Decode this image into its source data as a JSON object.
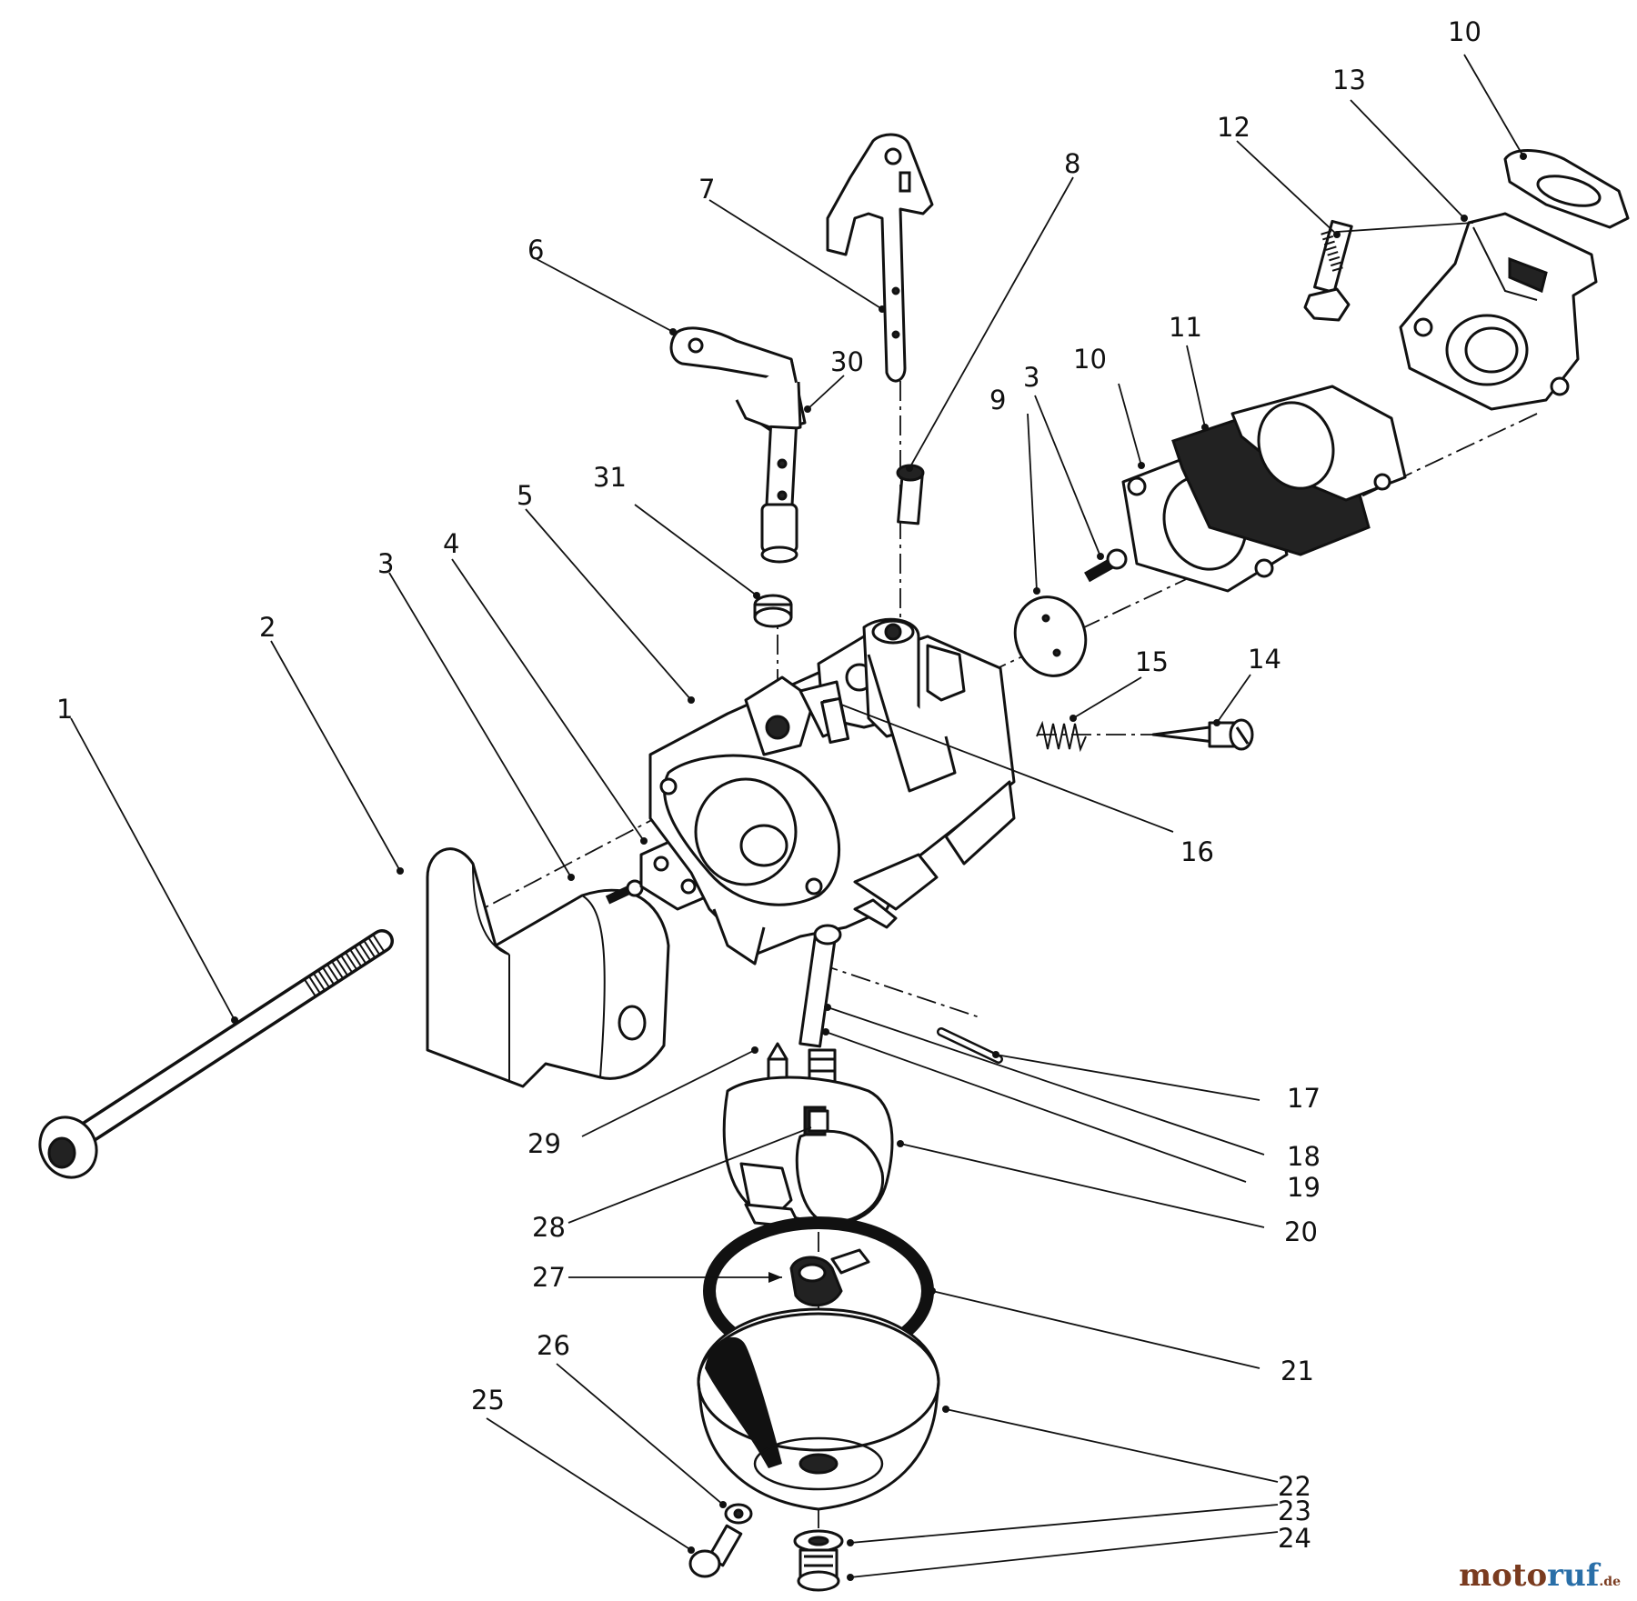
{
  "callouts": [
    "1",
    "2",
    "3",
    "4",
    "5",
    "6",
    "7",
    "8",
    "9",
    "3",
    "10",
    "11",
    "10",
    "12",
    "13",
    "14",
    "15",
    "16",
    "17",
    "18",
    "19",
    "20",
    "21",
    "22",
    "23",
    "24",
    "25",
    "26",
    "27",
    "28",
    "29",
    "30",
    "31"
  ],
  "watermark": {
    "brand": "motoruf",
    "mark": "motoruf",
    "suffix": ".de"
  },
  "colors": {
    "ink": "#111111",
    "background": "#ffffff",
    "watermark_brown": "#7a3b1f",
    "watermark_blue": "#2a6fa8"
  }
}
